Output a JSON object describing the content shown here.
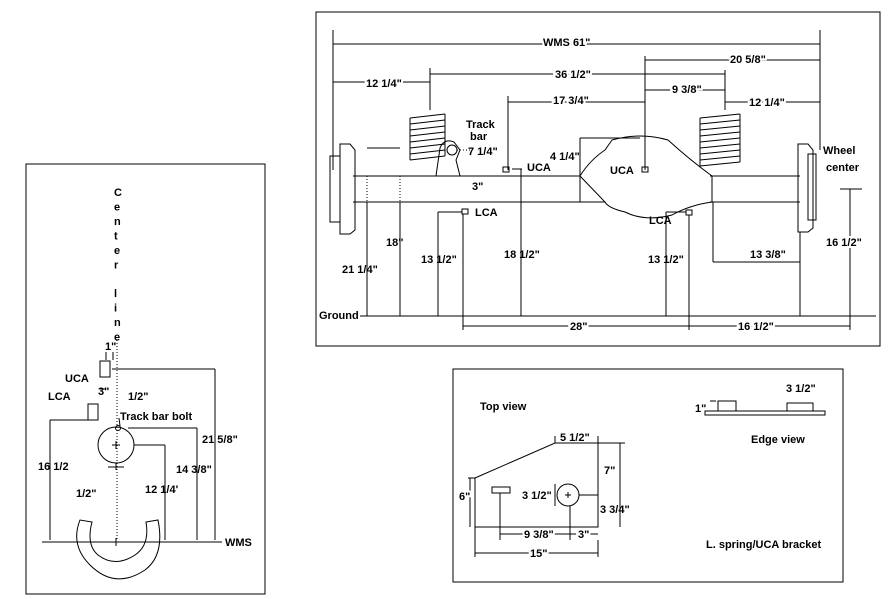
{
  "left_panel": {
    "center_line": "Center line",
    "dim_1": "1\"",
    "uca": "UCA",
    "dim_3": "3\"",
    "lca": "LCA",
    "dim_half_top": "1/2\"",
    "track_bar_bolt": "Track bar bolt",
    "dim_21_5_8": "21 5/8\"",
    "dim_14_3_8": "14 3/8\"",
    "dim_16_1_2": "16 1/2",
    "dim_half_bottom": "1/2\"",
    "dim_12_1_4": "12 1/4'",
    "wms": "WMS"
  },
  "main_panel": {
    "wms61": "WMS 61\"",
    "d_20_5_8": "20 5/8\"",
    "d_12_1_4_left": "12 1/4\"",
    "d_36_1_2": "36 1/2\"",
    "d_9_3_8": "9 3/8\"",
    "d_17_3_4": "17 3/4\"",
    "d_12_1_4_right": "12 1/4\"",
    "track": "Track",
    "bar": "bar",
    "d_7_1_4": "7 1/4\"",
    "uca_left": "UCA",
    "d_4_1_4": "4 1/4\"",
    "uca_center": "UCA",
    "wheel": "Wheel",
    "center": "center",
    "d_3": "3\"",
    "lca_left": "LCA",
    "lca_right": "LCA",
    "d_18": "18\"",
    "d_21_1_4": "21 1/4\"",
    "d_13_1_2_left": "13 1/2\"",
    "d_18_1_2": "18 1/2\"",
    "d_13_1_2_right": "13 1/2\"",
    "d_13_3_8": "13 3/8\"",
    "d_16_1_2": "16 1/2\"",
    "ground": "Ground",
    "d_28": "28\"",
    "d_16_1_2_bottom": "16 1/2\""
  },
  "bracket_panel": {
    "top_view": "Top view",
    "d_5_1_2": "5 1/2\"",
    "d_7": "7\"",
    "d_6": "6\"",
    "d_3_1_2": "3 1/2\"",
    "d_3_3_4": "3 3/4\"",
    "d_9_3_8": "9 3/8\"",
    "d_3": "3\"",
    "d_15": "15\"",
    "d_1": "1\"",
    "d_3_1_2_edge": "3 1/2\"",
    "edge_view": "Edge view",
    "caption": "L. spring/UCA bracket"
  }
}
